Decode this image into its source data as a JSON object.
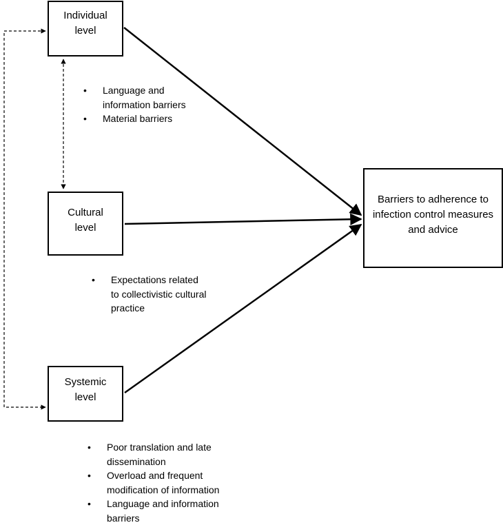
{
  "levels": {
    "individual": {
      "line1": "Individual",
      "line2": "level"
    },
    "cultural": {
      "line1": "Cultural",
      "line2": "level"
    },
    "systemic": {
      "line1": "Systemic",
      "line2": "level"
    }
  },
  "outcome": {
    "text": "Barriers to adherence to infection control measures and advice"
  },
  "bullets": {
    "individual": [
      "Language and information barriers",
      "Material barriers"
    ],
    "cultural": [
      "Expectations related to collectivistic cultural practice"
    ],
    "systemic": [
      "Poor translation and late dissemination",
      "Overload and frequent modification of information",
      "Language and information barriers"
    ]
  }
}
